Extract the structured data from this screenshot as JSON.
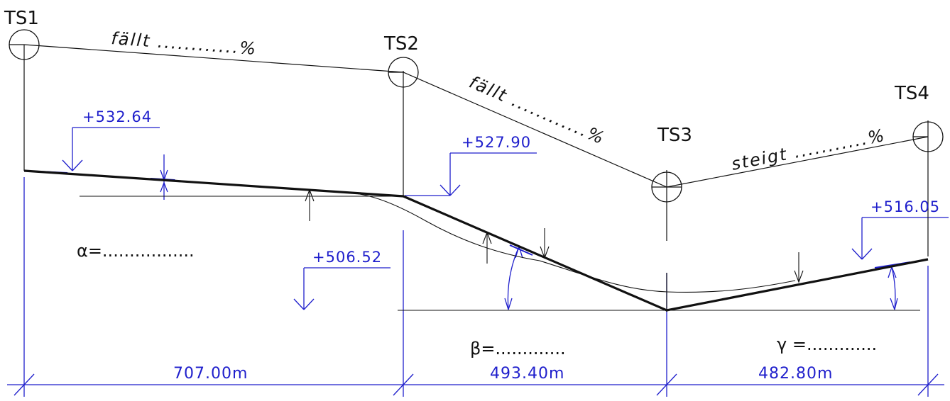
{
  "stations": {
    "ts1": "TS1",
    "ts2": "TS2",
    "ts3": "TS3",
    "ts4": "TS4"
  },
  "slopes": {
    "s1": "fällt ............%",
    "s2": "fällt ............%",
    "s3": "steigt ...........%"
  },
  "elevations": {
    "e1": "+532.64",
    "e2": "+527.90",
    "e3": "+506.52",
    "e4": "+516.05"
  },
  "angles": {
    "alpha": "α=.................",
    "beta": "β=.............",
    "gamma": "γ =............."
  },
  "dimensions": {
    "d1": "707.00m",
    "d2": "493.40m",
    "d3": "482.80m"
  },
  "colors": {
    "drawing": "#111111",
    "dimension": "#1f1fcc"
  }
}
